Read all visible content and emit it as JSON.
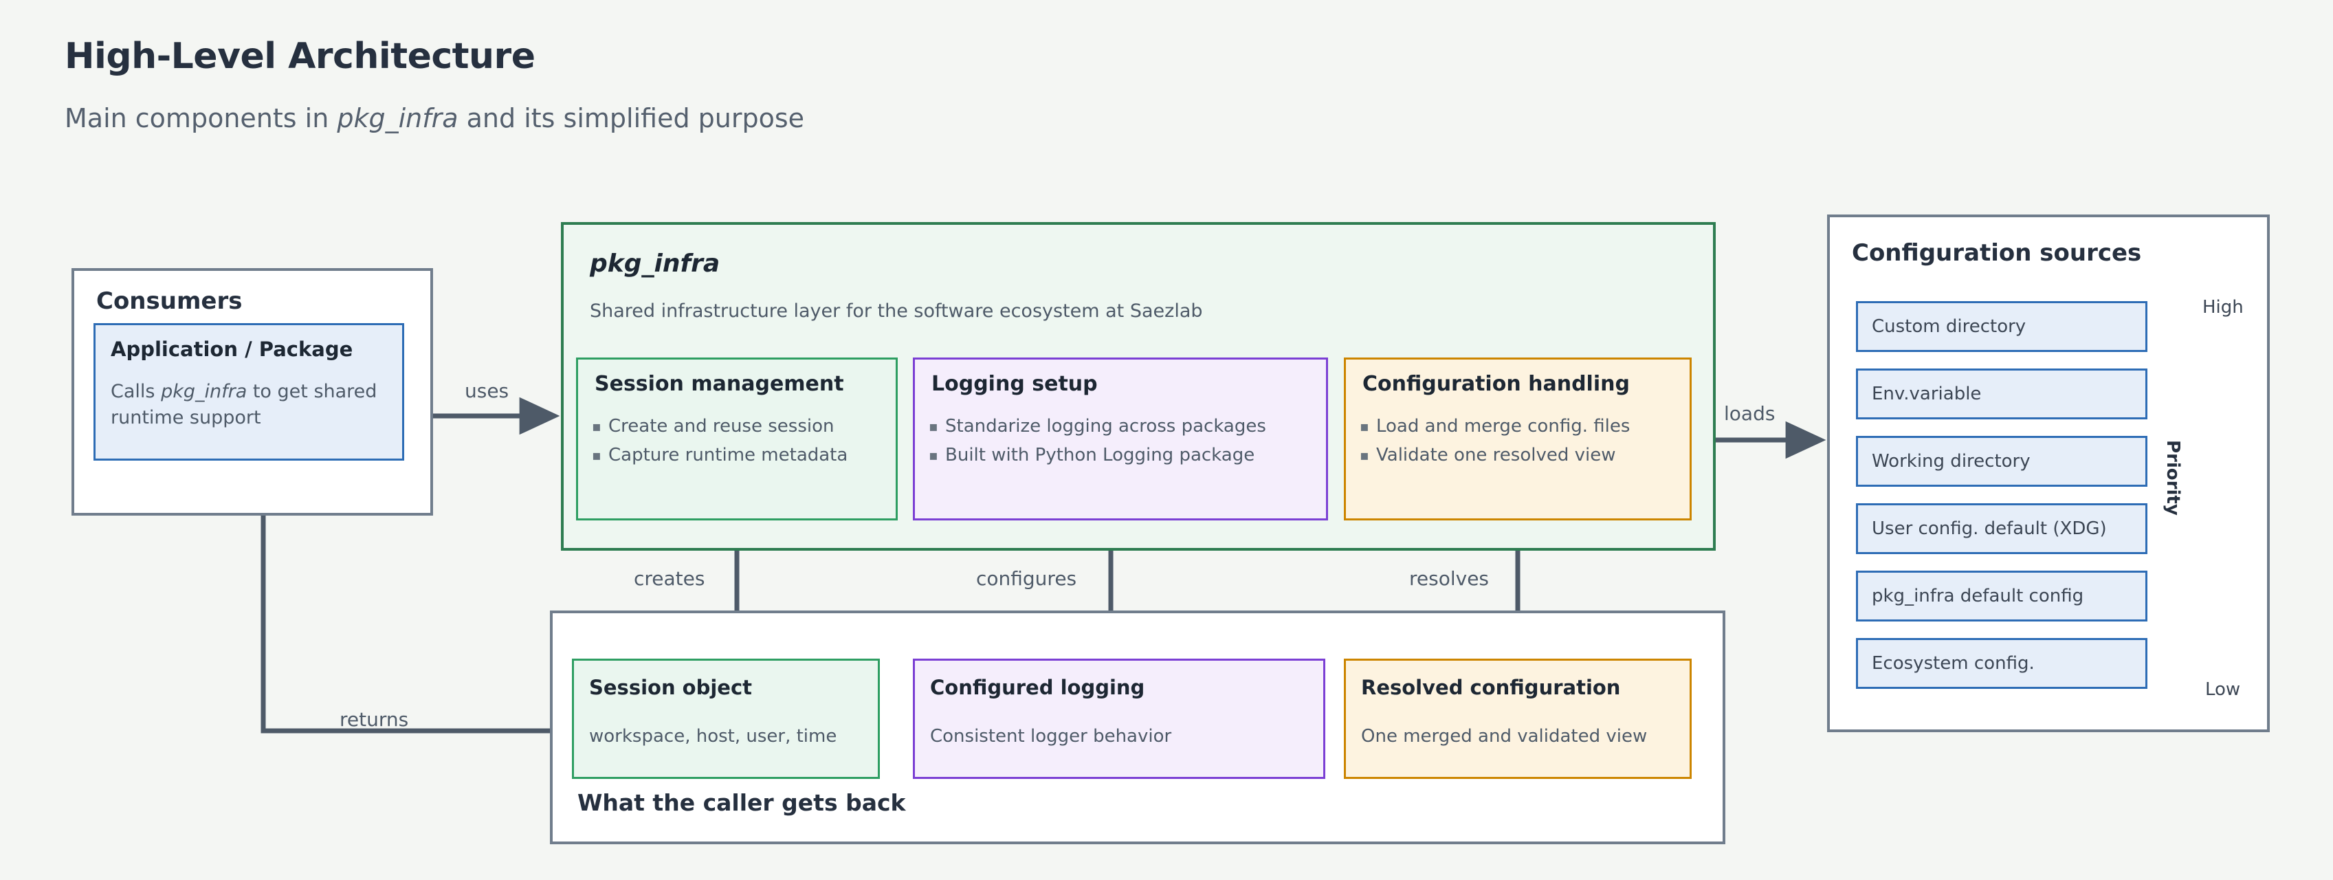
{
  "header": {
    "title": "High-Level Architecture",
    "subtitle_before": "Main components in ",
    "subtitle_em": "pkg_infra",
    "subtitle_after": " and its simplified purpose"
  },
  "consumers": {
    "title": "Consumers",
    "node": {
      "title": "Application / Package",
      "desc_before": "Calls ",
      "desc_em": "pkg_infra",
      "desc_after": " to get shared runtime support"
    }
  },
  "pkg_infra": {
    "title": "pkg_infra",
    "subtitle": "Shared infrastructure layer for the software ecosystem at Saezlab",
    "capabilities": [
      {
        "title": "Session management",
        "bullets": [
          "Create and reuse session",
          "Capture runtime metadata"
        ]
      },
      {
        "title": "Logging setup",
        "bullets": [
          "Standarize logging across packages",
          "Built with Python Logging package"
        ]
      },
      {
        "title": "Configuration handling",
        "bullets": [
          "Load and merge config. files",
          "Validate one resolved view"
        ]
      }
    ]
  },
  "outputs": {
    "caption": "What the caller gets back",
    "items": [
      {
        "title": "Session object",
        "desc": "workspace, host, user, time"
      },
      {
        "title": "Configured logging",
        "desc": "Consistent logger behavior"
      },
      {
        "title": "Resolved configuration",
        "desc": "One merged and validated view"
      }
    ]
  },
  "config_sources": {
    "title": "Configuration sources",
    "items": [
      "Custom directory",
      "Env.variable",
      "Working directory",
      "User config. default (XDG)",
      "pkg_infra default config",
      "Ecosystem config."
    ],
    "priority": {
      "label": "Priority",
      "high": "High",
      "low": "Low"
    }
  },
  "edges": {
    "uses": "uses",
    "loads": "loads",
    "creates": "creates",
    "configures": "configures",
    "resolves": "resolves",
    "returns": "returns"
  },
  "colors": {
    "background": "#f4f6f3",
    "text_dark": "#26303f",
    "text_muted": "#4e5a68",
    "edge": "#4e5a68",
    "group_border": "#707d8c",
    "green": "#2e9e62",
    "green_container": "#2e7d51",
    "green_fill": "#eaf6ef",
    "purple": "#7b3fd4",
    "purple_fill": "#f5eefc",
    "orange": "#cc8500",
    "orange_fill": "#fdf3e0",
    "blue": "#2d6cb5",
    "blue_fill": "#e6eef9",
    "priority_red": "#ff0000"
  }
}
